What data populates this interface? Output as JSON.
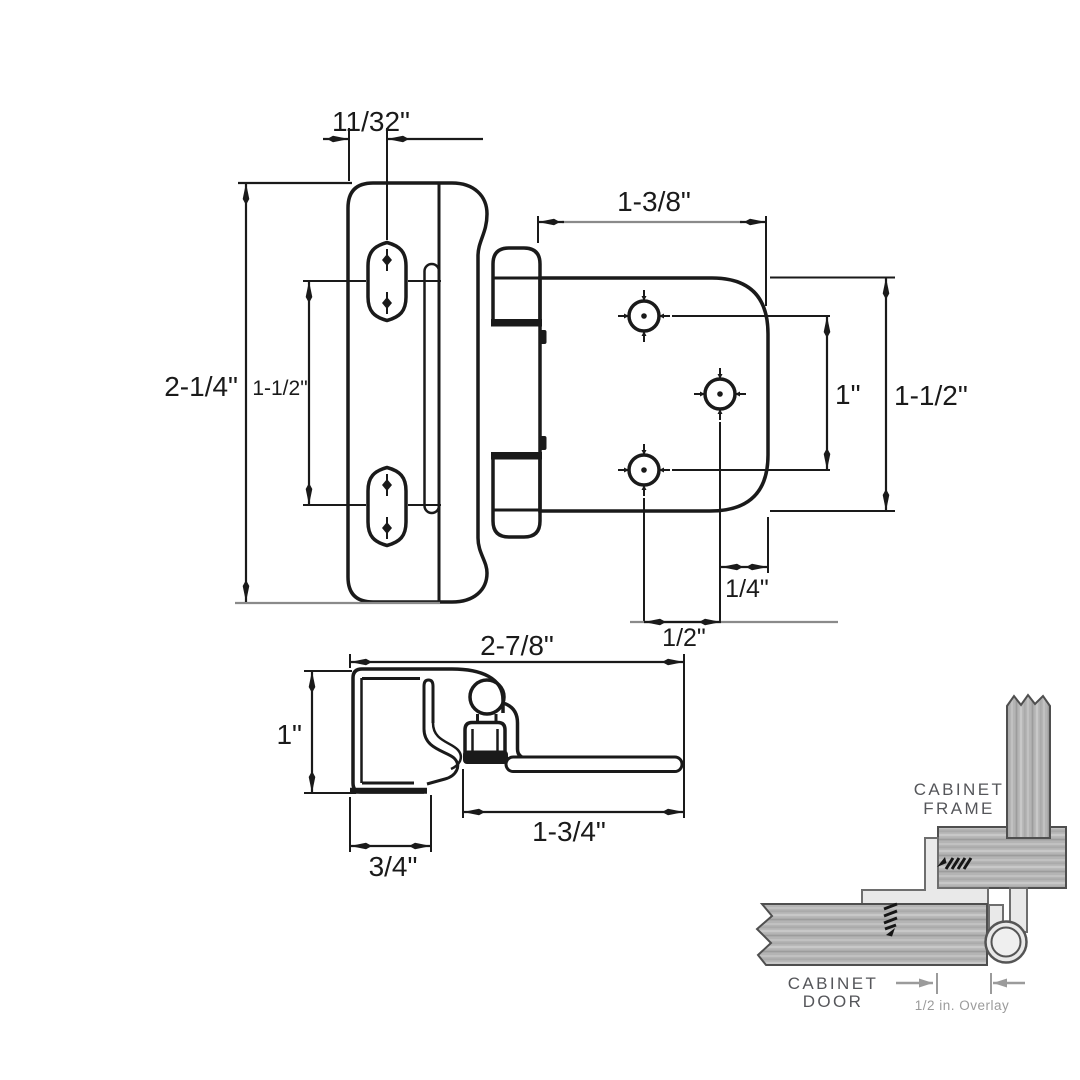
{
  "diagram": {
    "description": "Cabinet hinge technical dimension drawing with installation cross-section",
    "top_view": {
      "dims": {
        "mount_slot_offset": "11/32\"",
        "door_wing_length": "2-1/4\"",
        "slot_spacing": "1-1/2\"",
        "frame_wing_width": "1-3/8\"",
        "hole_spacing": "1\"",
        "frame_wing_height": "1-1/2\"",
        "hole_to_edge_offset": "1/4\"",
        "hole_center_offset": "1/2\""
      }
    },
    "side_view": {
      "dims": {
        "overall_depth": "2-7/8\"",
        "wrap_height": "1\"",
        "arm_length": "1-3/4\"",
        "wrap_depth": "3/4\""
      }
    },
    "installation": {
      "frame_label": [
        "CABINET",
        "FRAME"
      ],
      "door_label": [
        "CABINET",
        "DOOR"
      ],
      "overlay_label": "1/2 in. Overlay"
    },
    "colors": {
      "line": "#1a1a1a",
      "dim_gray": "#8a8a8a",
      "wood": "#b4b4b4",
      "hinge_fill": "#e9e9e9",
      "caption_text": "#55565a",
      "overlay_text": "#9b9b9b"
    }
  }
}
